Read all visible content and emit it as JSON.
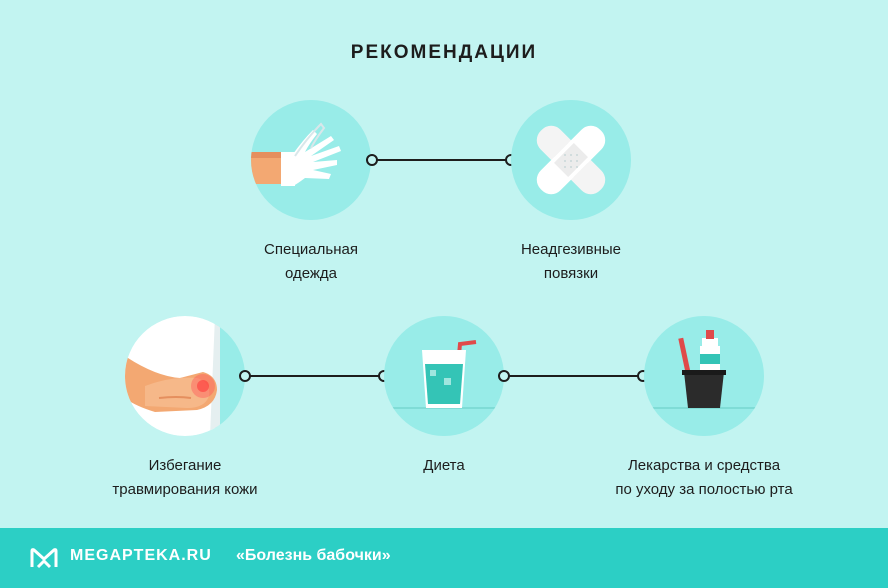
{
  "header": {
    "title": "РЕКОМЕНДАЦИИ"
  },
  "items": [
    {
      "label": "Специальная\nодежда",
      "icon": "gloves-icon"
    },
    {
      "label": "Неадгезивные\nповязки",
      "icon": "bandage-icon"
    },
    {
      "label": "Избегание\nтравмирования кожи",
      "icon": "skin-injury-icon"
    },
    {
      "label": "Диета",
      "icon": "drink-icon"
    },
    {
      "label": "Лекарства и средства\nпо уходу за полостью рта",
      "icon": "oral-care-icon"
    }
  ],
  "footer": {
    "brand": "MEGAPTEKA.RU",
    "title": "«Болезнь бабочки»"
  },
  "colors": {
    "background": "#c2f4f1",
    "circle": "#98ece8",
    "footer": "#2ccfc5"
  }
}
